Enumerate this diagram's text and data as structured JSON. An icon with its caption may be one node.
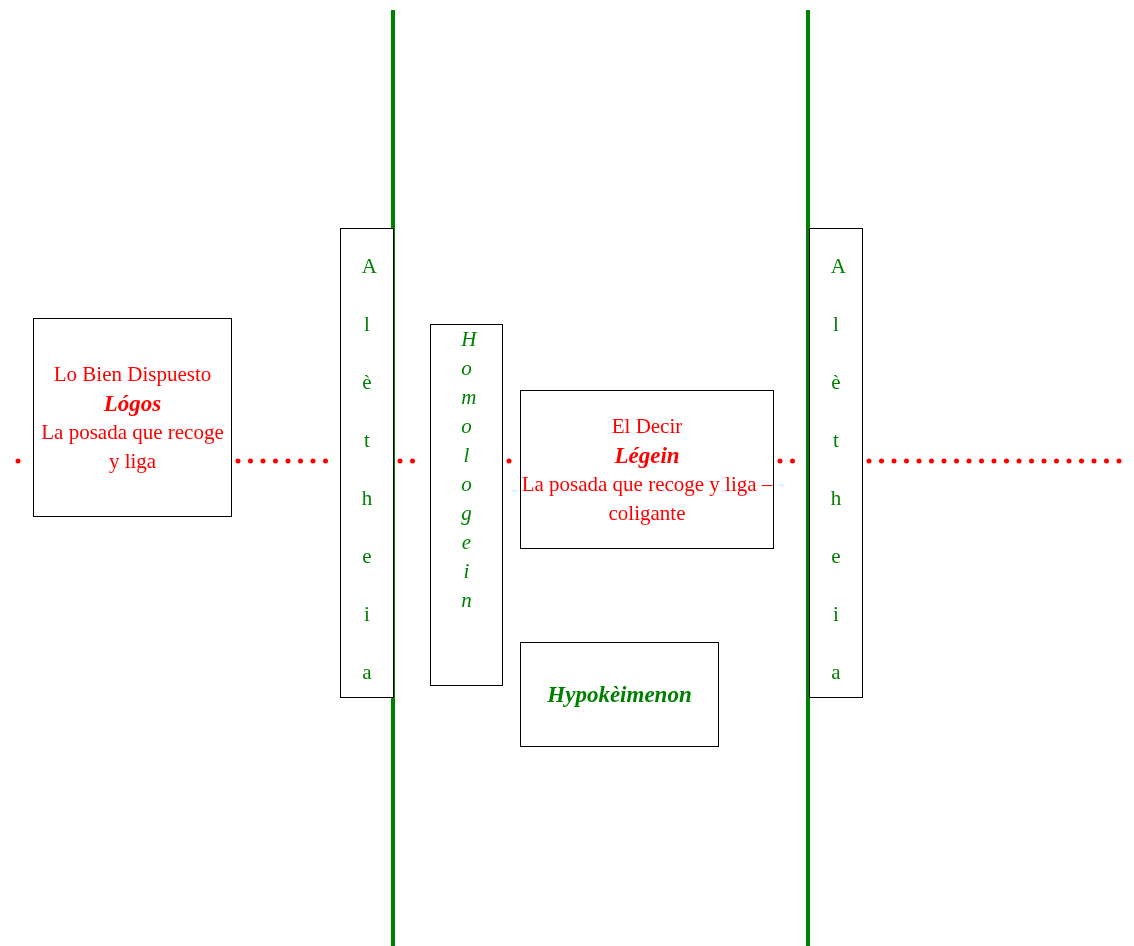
{
  "diagram": {
    "nodes": [
      {
        "text": [
          "Lo Bien Dispuesto",
          "Lógos",
          "La posada que recoge y liga"
        ]
      },
      {
        "text": [
          "Alètheia"
        ]
      },
      {
        "text": [
          "Homologein"
        ]
      },
      {
        "text": [
          "El Decir",
          "Légein",
          "La posada que recoge y liga – coligante"
        ]
      },
      {
        "text": [
          "Hypokèimenon"
        ]
      },
      {
        "text": [
          "Alètheia"
        ]
      }
    ],
    "edges": [
      {
        "from": null,
        "to": 0,
        "arrow": "none",
        "style": "dashed"
      },
      {
        "from": 0,
        "to": 1,
        "arrow": "none",
        "style": "dashed"
      },
      {
        "from": 1,
        "to": 2,
        "arrow": "none",
        "style": "dashed"
      },
      {
        "from": 2,
        "to": 3,
        "arrow": "none",
        "style": "dashed"
      },
      {
        "from": 3,
        "to": 5,
        "arrow": "none",
        "style": "dashed"
      },
      {
        "from": 5,
        "to": null,
        "arrow": "none",
        "style": "dashed"
      }
    ]
  }
}
